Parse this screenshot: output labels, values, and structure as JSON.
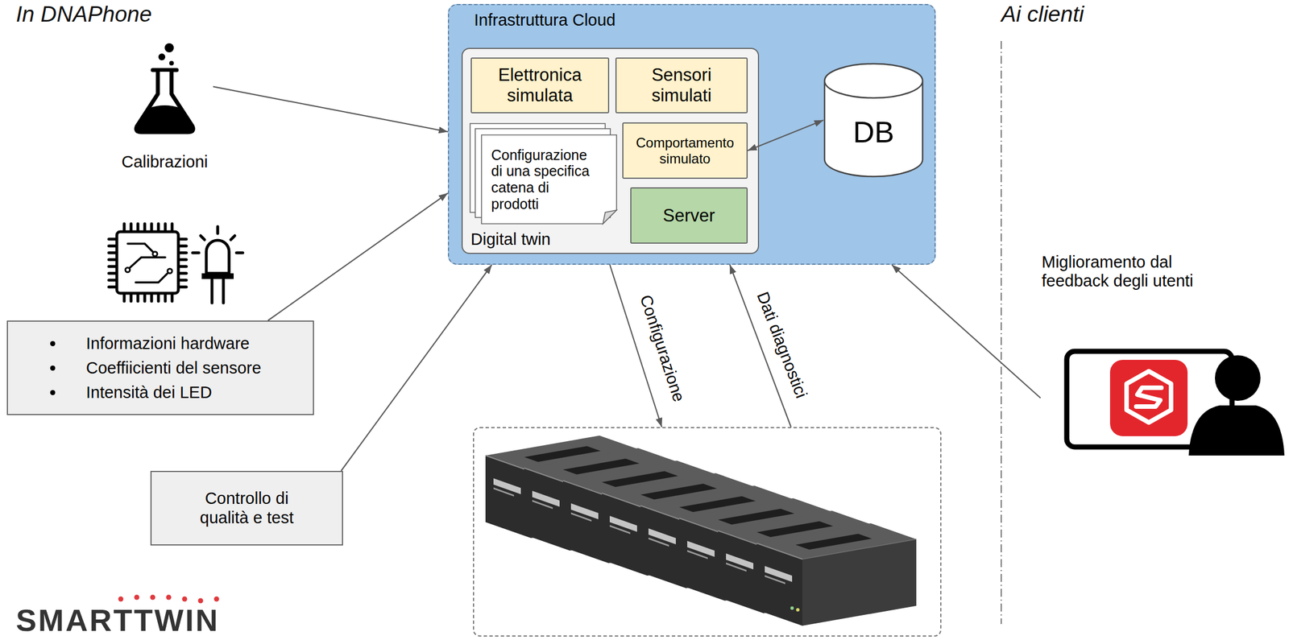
{
  "diagram": {
    "nodes": [
      {
        "text": [
          "Infrastruttura Cloud"
        ]
      },
      {
        "text": [
          "Digital twin"
        ],
        "in": 0
      },
      {
        "text": [
          "Elettronica simulata"
        ],
        "in": 1
      },
      {
        "text": [
          "Sensori simulati"
        ],
        "in": 1
      },
      {
        "text": [
          "Configurazione di una specifica catena di prodotti"
        ],
        "in": 1
      },
      {
        "text": [
          "Comportamento simulato"
        ],
        "in": 1
      },
      {
        "text": [
          "Server"
        ],
        "in": 1
      },
      {
        "text": [
          "DB"
        ],
        "in": 0
      },
      {
        "text": [
          "Calibrazioni"
        ]
      },
      {
        "text": [
          "Informazioni hardware",
          "Coeffiicienti del sensore",
          "Intensità dei LED"
        ]
      },
      {
        "text": [
          "Controllo di qualità e test"
        ]
      },
      {
        "text": []
      },
      {
        "text": [
          "Miglioramento dal feedback degli utenti"
        ]
      }
    ],
    "edges": [
      {
        "from": 8,
        "to": 0,
        "arrow": "to"
      },
      {
        "from": 9,
        "to": 0,
        "arrow": "to"
      },
      {
        "from": 10,
        "to": 0,
        "arrow": "to"
      },
      {
        "from": 0,
        "to": 11,
        "label": "Configurazione",
        "arrow": "to"
      },
      {
        "from": 11,
        "to": 0,
        "label": "Dati diagnostici",
        "arrow": "to"
      },
      {
        "from": 5,
        "to": 7,
        "arrow": "both"
      },
      {
        "from": 12,
        "to": 0,
        "arrow": "to"
      }
    ],
    "labels": [
      "In DNAPhone",
      "Ai clienti",
      "SMARTTWIN"
    ]
  }
}
